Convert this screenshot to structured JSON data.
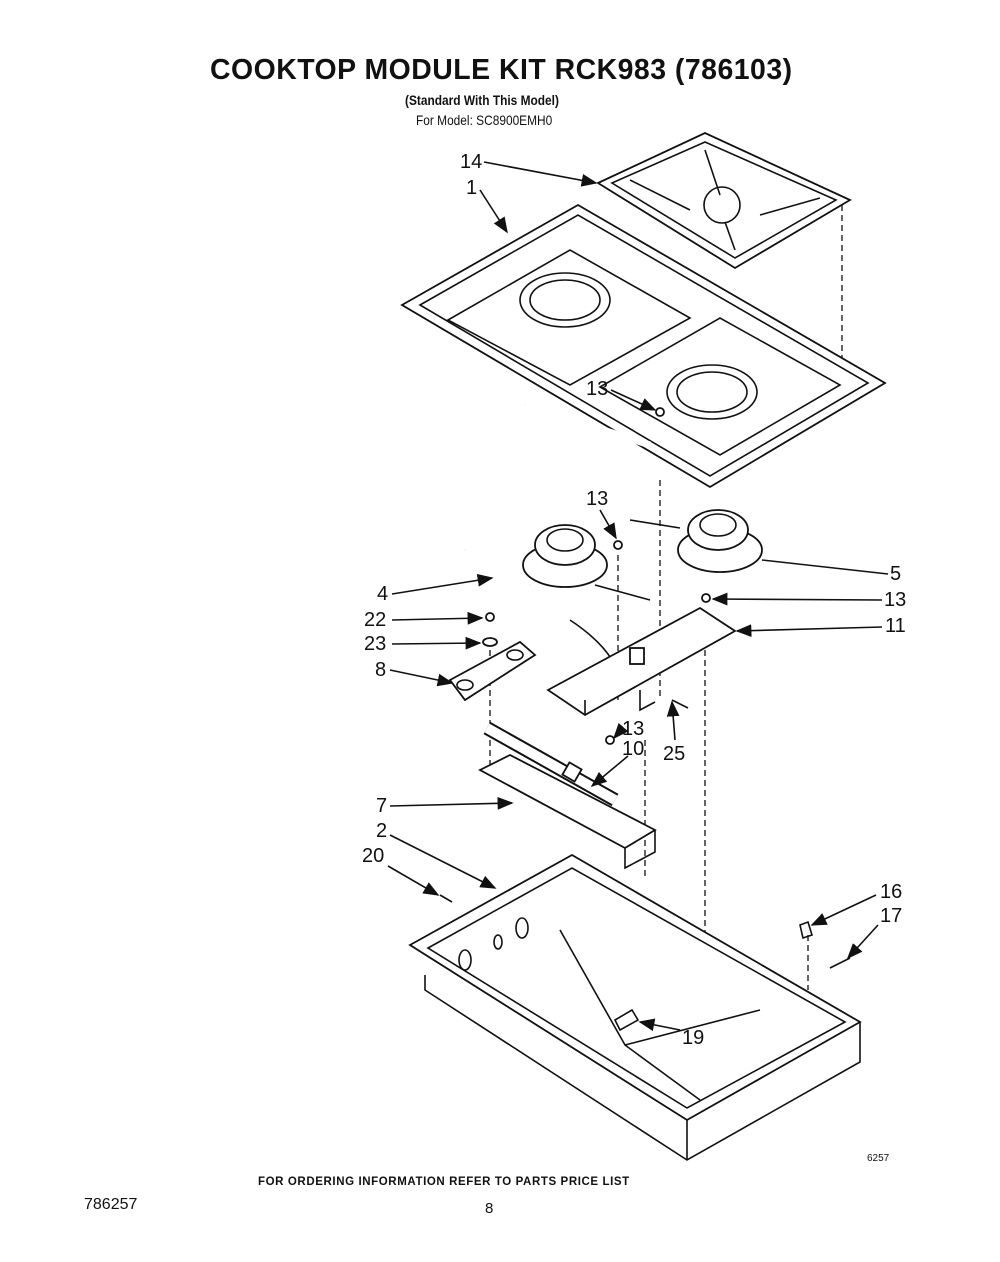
{
  "header": {
    "title": "COOKTOP MODULE KIT  RCK983 (786103)",
    "subtitle": "(Standard With This Model)",
    "model": "For Model: SC8900EMH0"
  },
  "callouts": [
    "14",
    "1",
    "13",
    "13",
    "5",
    "4",
    "13",
    "22",
    "11",
    "23",
    "8",
    "13",
    "10",
    "25",
    "7",
    "2",
    "20",
    "16",
    "17",
    "19"
  ],
  "footer": {
    "ordering_note": "FOR ORDERING INFORMATION REFER TO PARTS PRICE LIST",
    "document_number": "786257",
    "page_number": "8",
    "illustration_number": "6257"
  }
}
